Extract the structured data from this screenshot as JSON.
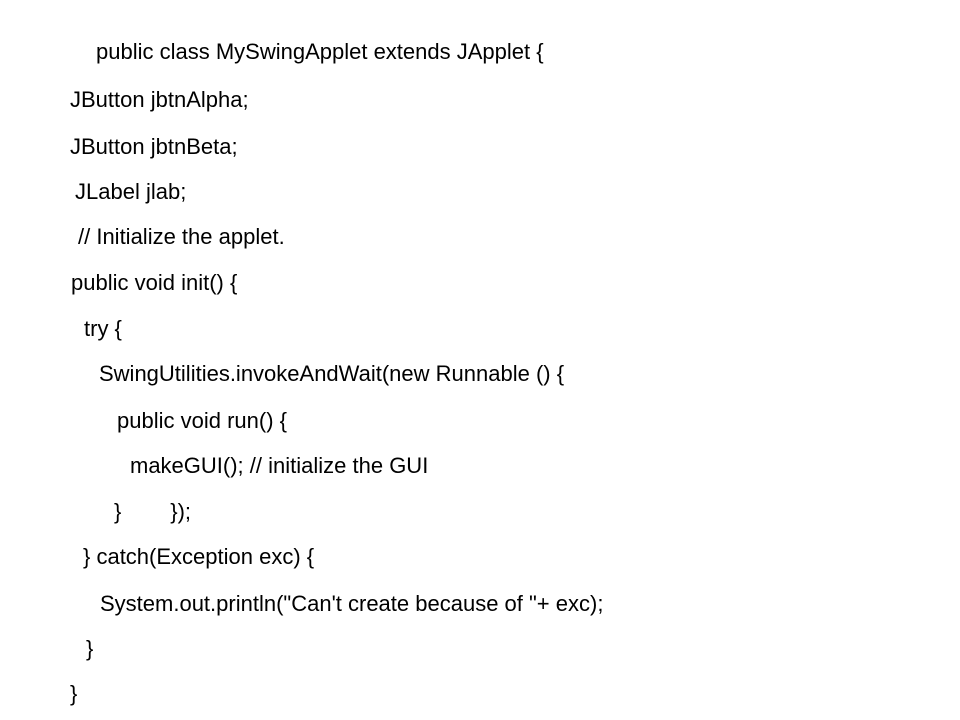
{
  "code": {
    "lines": [
      "public class MySwingApplet extends JApplet {",
      "JButton jbtnAlpha;",
      "JButton jbtnBeta;",
      "JLabel jlab;",
      "// Initialize the applet.",
      "public void init() {",
      "try {",
      "SwingUtilities.invokeAndWait(new Runnable () {",
      "public void run() {",
      "makeGUI(); // initialize the GUI",
      "}        });",
      "} catch(Exception exc) {",
      "System.out.println(\"Can't create because of \"+ exc);",
      "}",
      "}"
    ]
  },
  "colors": {
    "background": "#ffffff",
    "text": "#000000"
  }
}
